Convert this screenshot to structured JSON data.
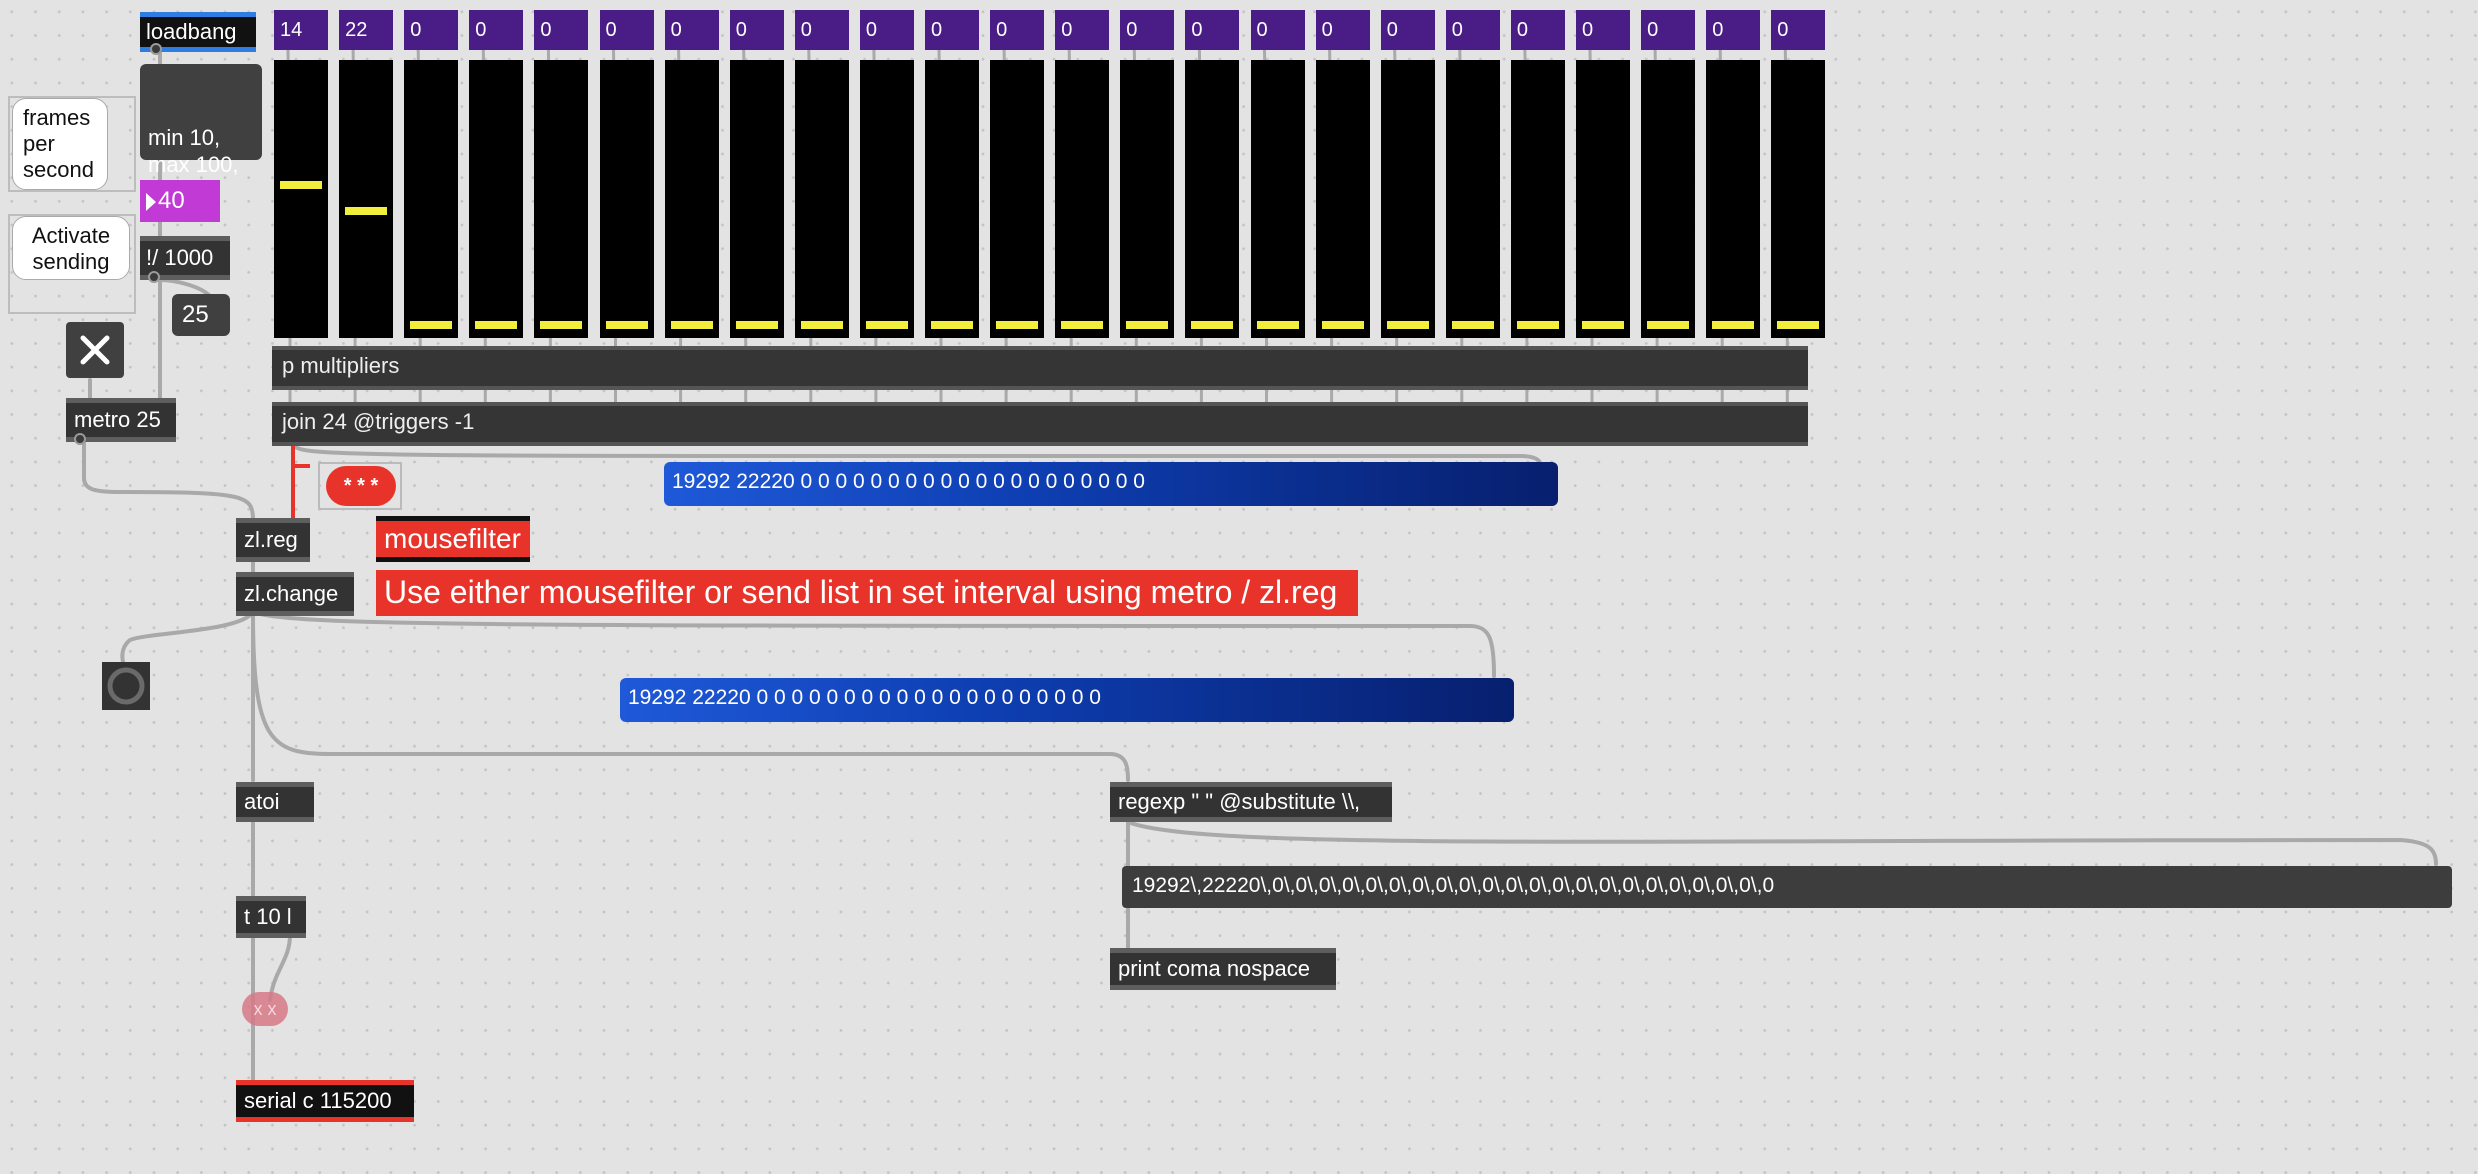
{
  "objects": {
    "loadbang": "loadbang",
    "minmax": "min 10,\nmax 100,\n40",
    "fps_number": "40",
    "divide": "!/ 1000",
    "interval_number": "25",
    "metro": "metro 25",
    "zlreg": "zl.reg",
    "zlchange": "zl.change",
    "mousefilter": "mousefilter",
    "atoi": "atoi",
    "trigger": "t 10 l",
    "serial": "serial c 115200",
    "regexp": "regexp \" \" @substitute \\\\,",
    "print": "print coma nospace",
    "p_multipliers": "p multipliers",
    "join": "join 24 @triggers -1"
  },
  "comments": {
    "frames_per_second": "frames per second",
    "activate_sending": "Activate sending",
    "instruction": "Use either mousefilter or send list in set interval using metro / zl.reg",
    "gate_stars": "* * *",
    "closed_toggle": "x x"
  },
  "messages": {
    "list_top": "19292 22220 0 0 0 0 0 0 0 0 0 0 0 0 0 0 0 0 0 0 0 0",
    "list_mid": "19292 22220 0 0 0 0 0 0 0 0 0 0 0 0 0 0 0 0 0 0 0 0",
    "list_comma": "19292\\,22220\\,0\\,0\\,0\\,0\\,0\\,0\\,0\\,0\\,0\\,0\\,0\\,0\\,0\\,0\\,0\\,0\\,0\\,0\\,0\\,0\\,0\\,0"
  },
  "sliders": [
    {
      "label": "14",
      "level": 0.55
    },
    {
      "label": "22",
      "level": 0.45
    },
    {
      "label": "0",
      "level": 0.02
    },
    {
      "label": "0",
      "level": 0.02
    },
    {
      "label": "0",
      "level": 0.02
    },
    {
      "label": "0",
      "level": 0.02
    },
    {
      "label": "0",
      "level": 0.02
    },
    {
      "label": "0",
      "level": 0.02
    },
    {
      "label": "0",
      "level": 0.02
    },
    {
      "label": "0",
      "level": 0.02
    },
    {
      "label": "0",
      "level": 0.02
    },
    {
      "label": "0",
      "level": 0.02
    },
    {
      "label": "0",
      "level": 0.02
    },
    {
      "label": "0",
      "level": 0.02
    },
    {
      "label": "0",
      "level": 0.02
    },
    {
      "label": "0",
      "level": 0.02
    },
    {
      "label": "0",
      "level": 0.02
    },
    {
      "label": "0",
      "level": 0.02
    },
    {
      "label": "0",
      "level": 0.02
    },
    {
      "label": "0",
      "level": 0.02
    },
    {
      "label": "0",
      "level": 0.02
    },
    {
      "label": "0",
      "level": 0.02
    },
    {
      "label": "0",
      "level": 0.02
    },
    {
      "label": "0",
      "level": 0.02
    }
  ],
  "colors": {
    "slider_header": "#4a1d86",
    "knob": "#f2ee3c",
    "accent_red": "#e8332a",
    "message_blue": "#1f59d8",
    "cord": "#a8a8a8",
    "cord_red": "#e8332a"
  },
  "icons": {
    "toggle": "close-x-icon",
    "button": "bang-circle-icon"
  }
}
